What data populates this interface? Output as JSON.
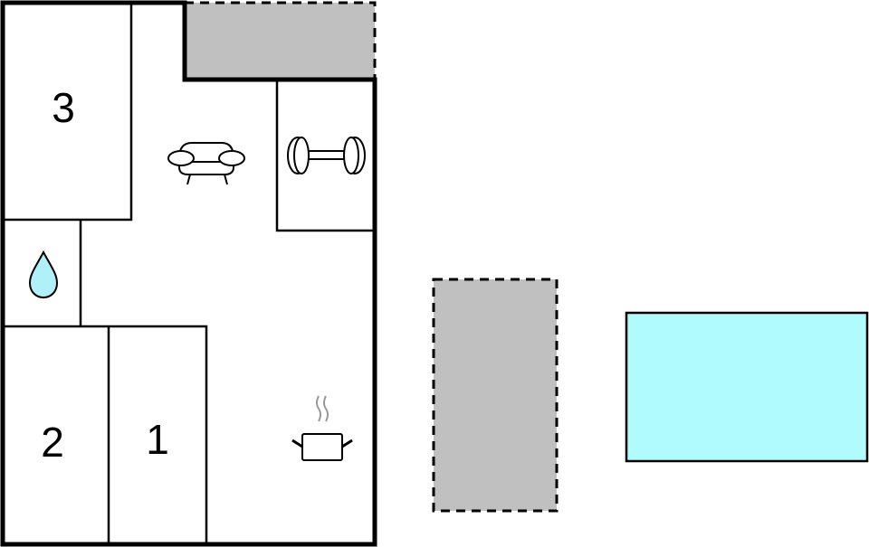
{
  "floorplan": {
    "colors": {
      "wall": "#000000",
      "room_fill": "#ffffff",
      "terrace_fill": "#c0c0c0",
      "pool_fill": "#b0fcfc",
      "water_drop": "#b0f0f8",
      "steam": "#999999"
    },
    "rooms": [
      {
        "id": "bedroom-3",
        "label": "3"
      },
      {
        "id": "bedroom-2",
        "label": "2"
      },
      {
        "id": "bedroom-1",
        "label": "1"
      }
    ],
    "icons": [
      {
        "id": "sofa",
        "name": "sofa-icon",
        "room": "living-room"
      },
      {
        "id": "dumbbell",
        "name": "dumbbell-icon",
        "room": "fitness-room"
      },
      {
        "id": "water-drop",
        "name": "water-drop-icon",
        "room": "bathroom"
      },
      {
        "id": "cooking-pot",
        "name": "cooking-pot-icon",
        "room": "kitchen"
      }
    ],
    "outdoor": [
      {
        "id": "terrace-top",
        "type": "terrace"
      },
      {
        "id": "terrace-middle",
        "type": "terrace"
      },
      {
        "id": "pool",
        "type": "swimming-pool"
      }
    ]
  }
}
